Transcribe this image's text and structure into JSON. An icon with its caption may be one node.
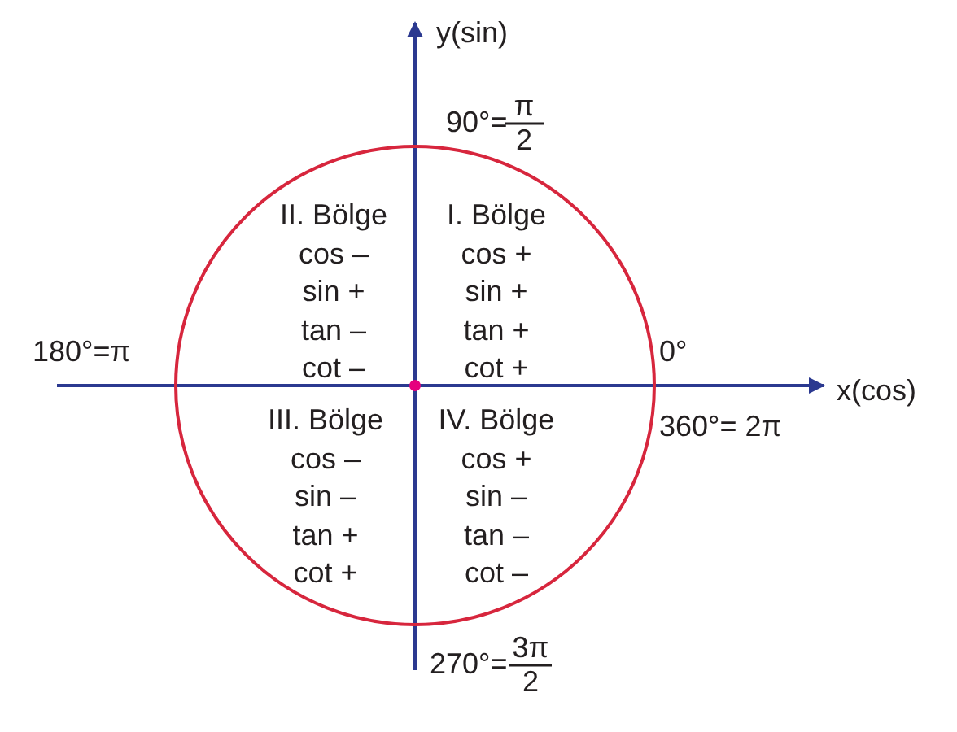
{
  "diagram": {
    "nodes": [
      {
        "text": [
          "II. Bölge",
          "cos –",
          "sin +",
          "tan –",
          "cot –",
          "I. Bölge",
          "cos +",
          "sin +",
          "tan +",
          "cot +",
          "III. Bölge",
          "cos –",
          "sin –",
          "tan +",
          "cot +",
          "IV. Bölge",
          "cos +",
          "sin –",
          "tan –",
          "cot –"
        ]
      }
    ],
    "edges": [],
    "labels": [
      "y(sin)",
      "90°=",
      "π",
      "2",
      "180°=π",
      "0°",
      "x(cos)",
      "360°= 2π",
      "270°=",
      "3π",
      "2"
    ]
  }
}
